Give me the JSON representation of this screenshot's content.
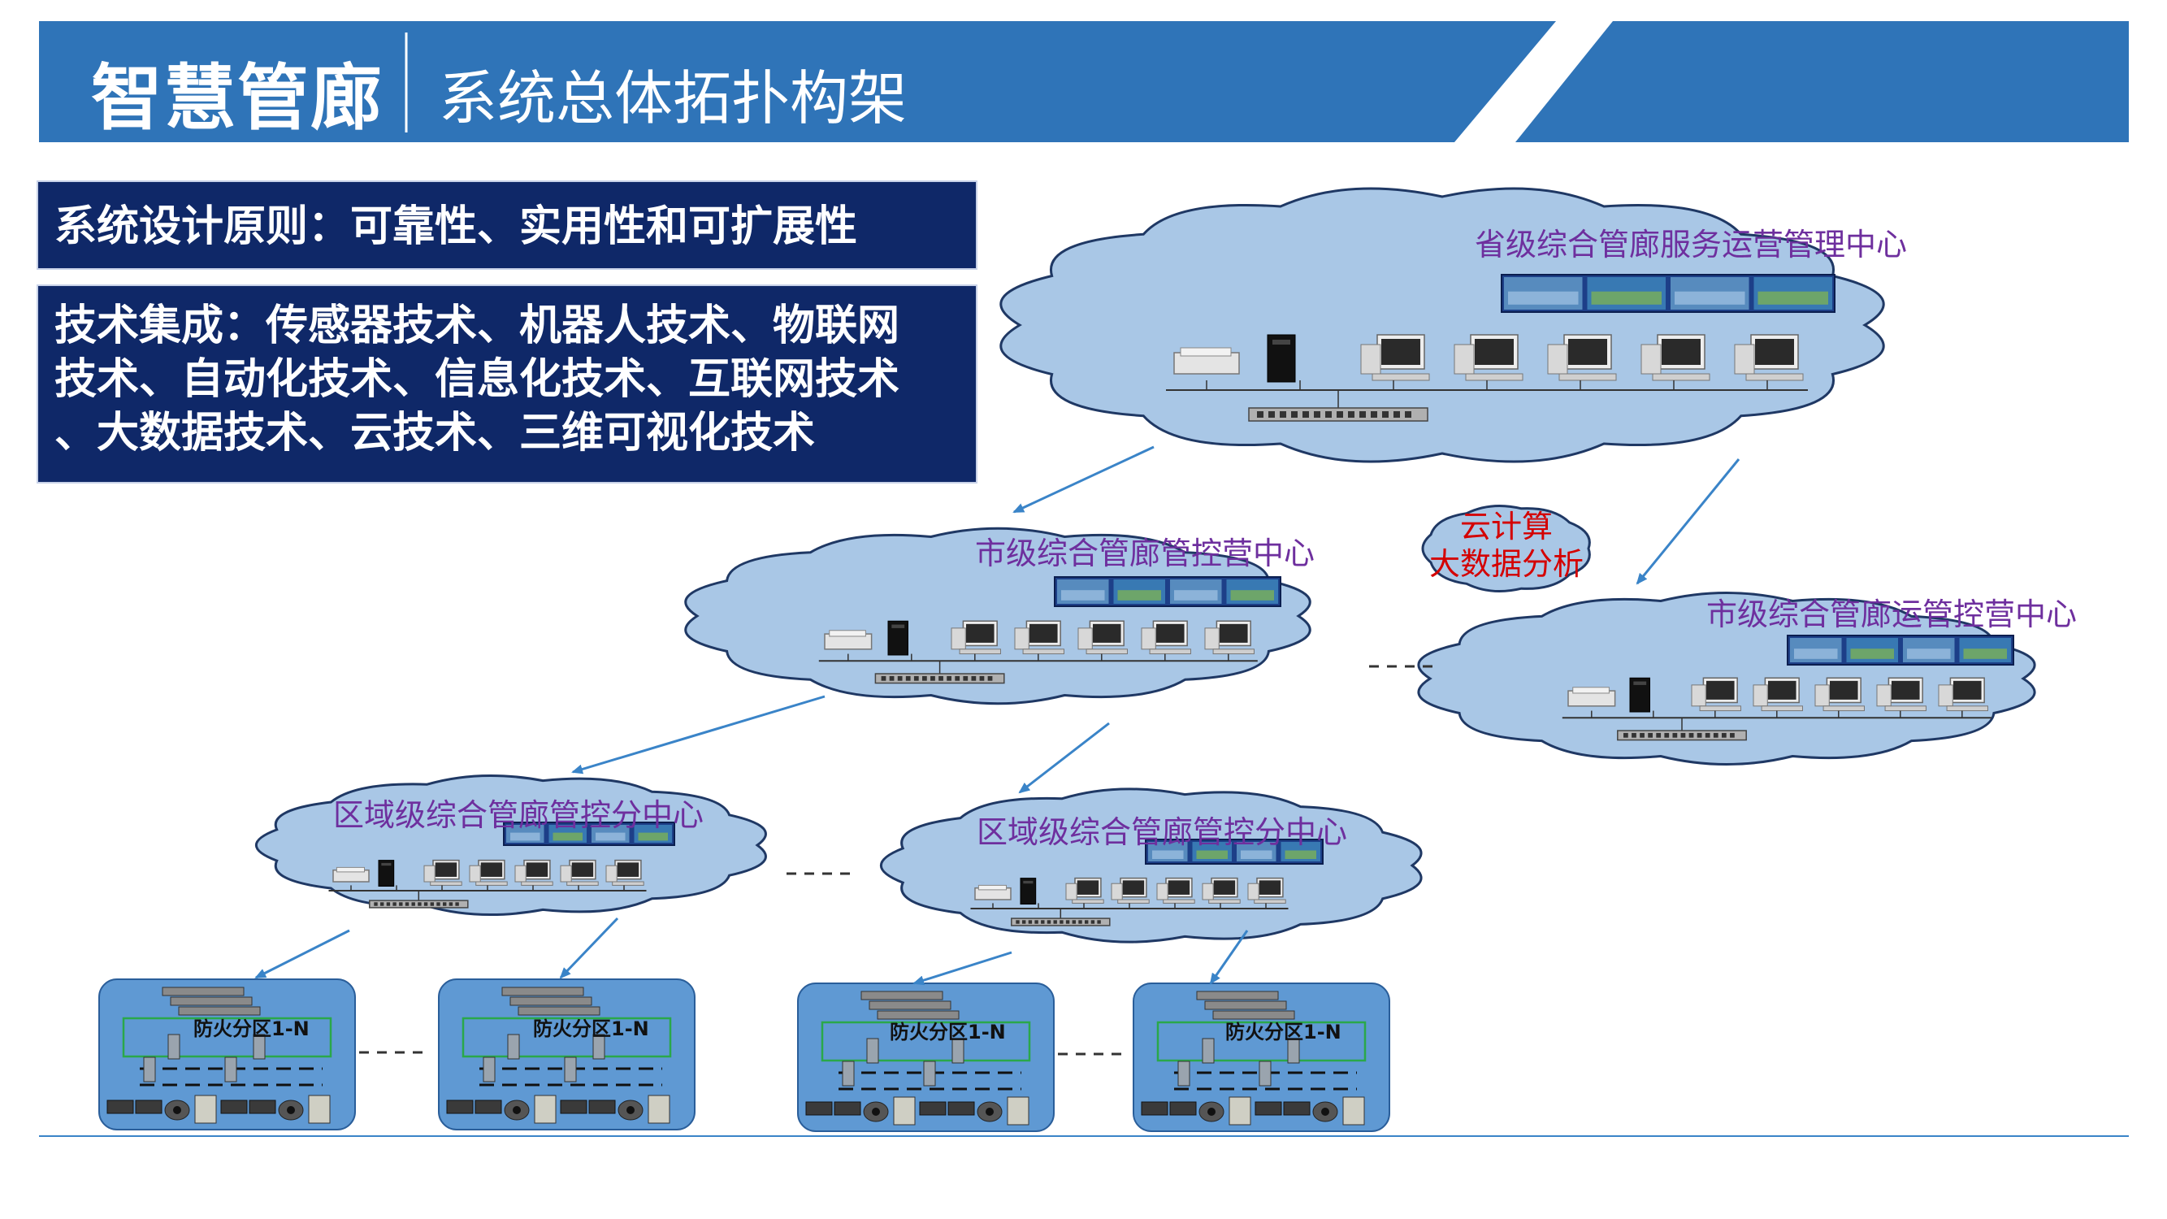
{
  "header": {
    "brand": "智慧管廊",
    "title": "系统总体拓扑构架",
    "colors": {
      "band": "#2f74b8",
      "box": "#0f2868",
      "cloud_fill": "#a9c7e6",
      "cloud_stroke": "#1f3864",
      "arrow": "#3a84c8"
    }
  },
  "design_principle": "系统设计原则：可靠性、实用性和可扩展性",
  "tech_integration": [
    "技术集成：传感器技术、机器人技术、物联网",
    "技术、自动化技术、信息化技术、互联网技术",
    "、大数据技术、云技术、三维可视化技术"
  ],
  "nodes": {
    "province": "省级综合管廊服务运营管理中心",
    "city_left": "市级综合管廊管控营中心",
    "city_right": "市级综合管廊运管控营中心",
    "region_left": "区域级综合管廊管控分中心",
    "region_right": "区域级综合管廊管控分中心",
    "cloud_compute": [
      "云计算",
      "大数据分析"
    ]
  },
  "fire_zone_label": "防火分区1-N",
  "fire_zones": [
    "防火分区1-N",
    "防火分区1-N",
    "防火分区1-N",
    "防火分区1-N"
  ],
  "ellipsis": "- - - -"
}
